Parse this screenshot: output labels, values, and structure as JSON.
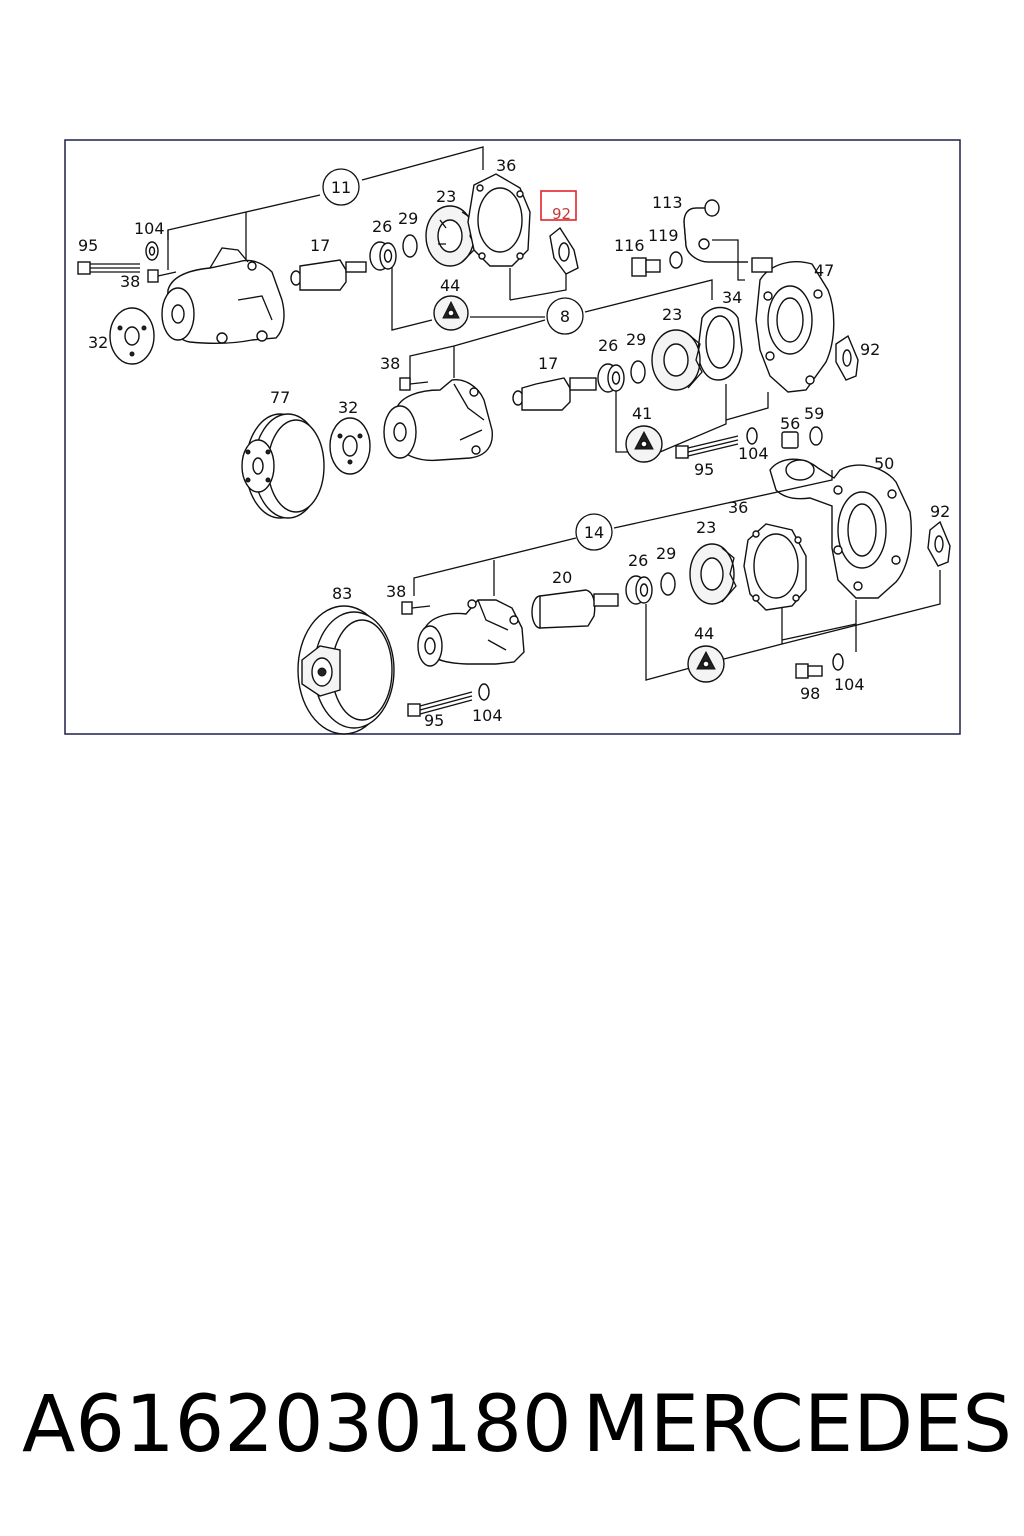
{
  "labels": {
    "l36a": "36",
    "l11": "11",
    "l92hl": "92",
    "l113": "113",
    "l23a": "23",
    "l104a": "104",
    "l26a": "26",
    "l29a": "29",
    "l95a": "95",
    "l17a": "17",
    "l116": "116",
    "l119": "119",
    "l47": "47",
    "l38a": "38",
    "l44a": "44",
    "l34": "34",
    "l32a": "32",
    "l8": "8",
    "l23b": "23",
    "l92b": "92",
    "l29b": "29",
    "l26b": "26",
    "l38b": "38",
    "l17b": "17",
    "l77": "77",
    "l32b": "32",
    "l41": "41",
    "l59": "59",
    "l56": "56",
    "l104b": "104",
    "l95b": "95",
    "l50": "50",
    "l36b": "36",
    "l92c": "92",
    "l14": "14",
    "l23c": "23",
    "l26c": "26",
    "l29c": "29",
    "l20": "20",
    "l38c": "38",
    "l83": "83",
    "l44b": "44",
    "l98": "98",
    "l104c": "104",
    "l95c": "95",
    "l104d": "104"
  },
  "highlight_color": "#e0242c",
  "frame_color": "#1f1f4a",
  "caption": {
    "part_number": "A6162030180",
    "brand": "MERCEDES"
  }
}
